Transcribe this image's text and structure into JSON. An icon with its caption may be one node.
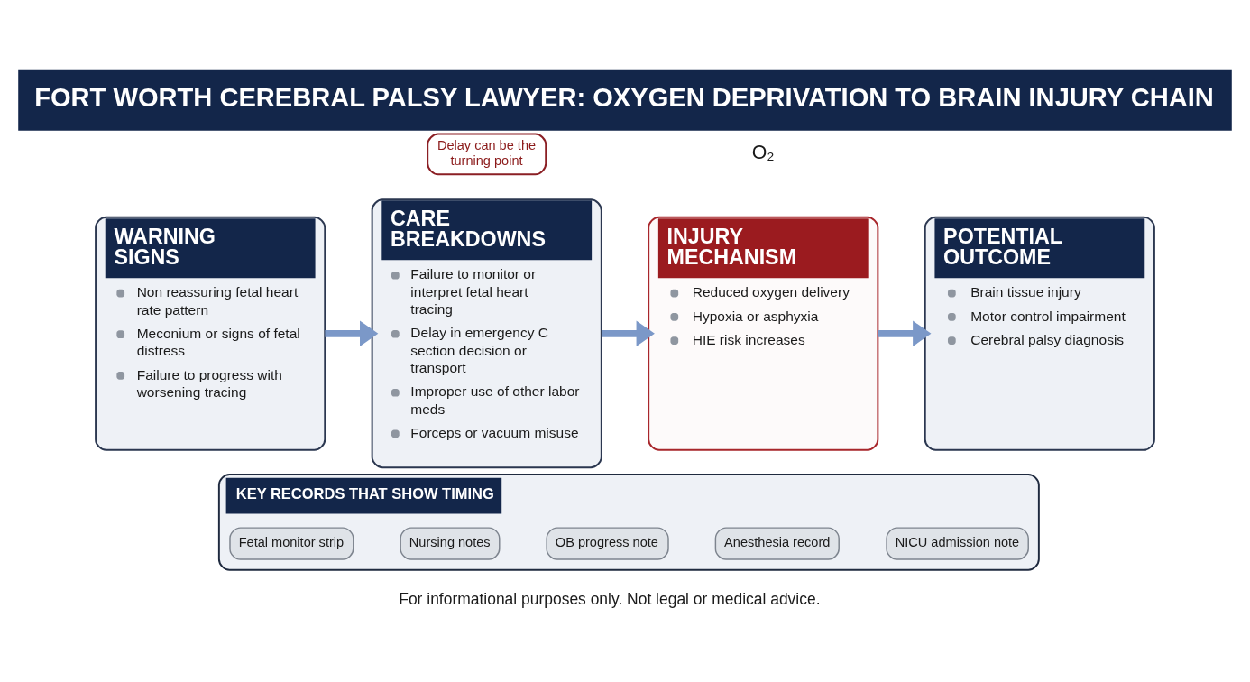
{
  "diagram": {
    "title": "FORT WORTH CEREBRAL PALSY LAWYER: OXYGEN DEPRIVATION TO BRAIN INJURY CHAIN",
    "caption": "For informational purposes only. Not legal or medical advice.",
    "nodes": [
      {
        "text": [
          "WARNING SIGNS",
          "Non reassuring fetal heart rate pattern",
          "Meconium or signs of fetal distress",
          "Failure to progress with worsening tracing"
        ]
      },
      {
        "text": [
          "CARE BREAKDOWNS",
          "Failure to monitor or interpret fetal heart tracing",
          "Delay in emergency C section decision or transport",
          "Improper use of other labor meds",
          "Forceps or vacuum misuse"
        ]
      },
      {
        "text": [
          "Delay can be the turning point"
        ]
      },
      {
        "text": [
          "INJURY MECHANISM",
          "Reduced oxygen delivery",
          "Hypoxia or asphyxia",
          "HIE risk increases"
        ]
      },
      {
        "text": [
          "POTENTIAL OUTCOME",
          "Brain tissue injury",
          "Motor control impairment",
          "Cerebral palsy diagnosis"
        ]
      },
      {
        "text": [
          "KEY RECORDS THAT SHOW TIMING"
        ]
      },
      {
        "text": [
          "Fetal monitor strip"
        ],
        "in": 5
      },
      {
        "text": [
          "Nursing notes"
        ],
        "in": 5
      },
      {
        "text": [
          "OB progress note"
        ],
        "in": 5
      },
      {
        "text": [
          "Anesthesia record"
        ],
        "in": 5
      },
      {
        "text": [
          "NICU admission note"
        ],
        "in": 5
      }
    ],
    "edges": [
      {
        "from": 0,
        "to": 1,
        "arrow": "to"
      },
      {
        "from": 1,
        "to": 3,
        "arrow": "to"
      },
      {
        "from": 3,
        "to": 4,
        "arrow": "to"
      }
    ],
    "labels": [
      "O₂"
    ]
  }
}
